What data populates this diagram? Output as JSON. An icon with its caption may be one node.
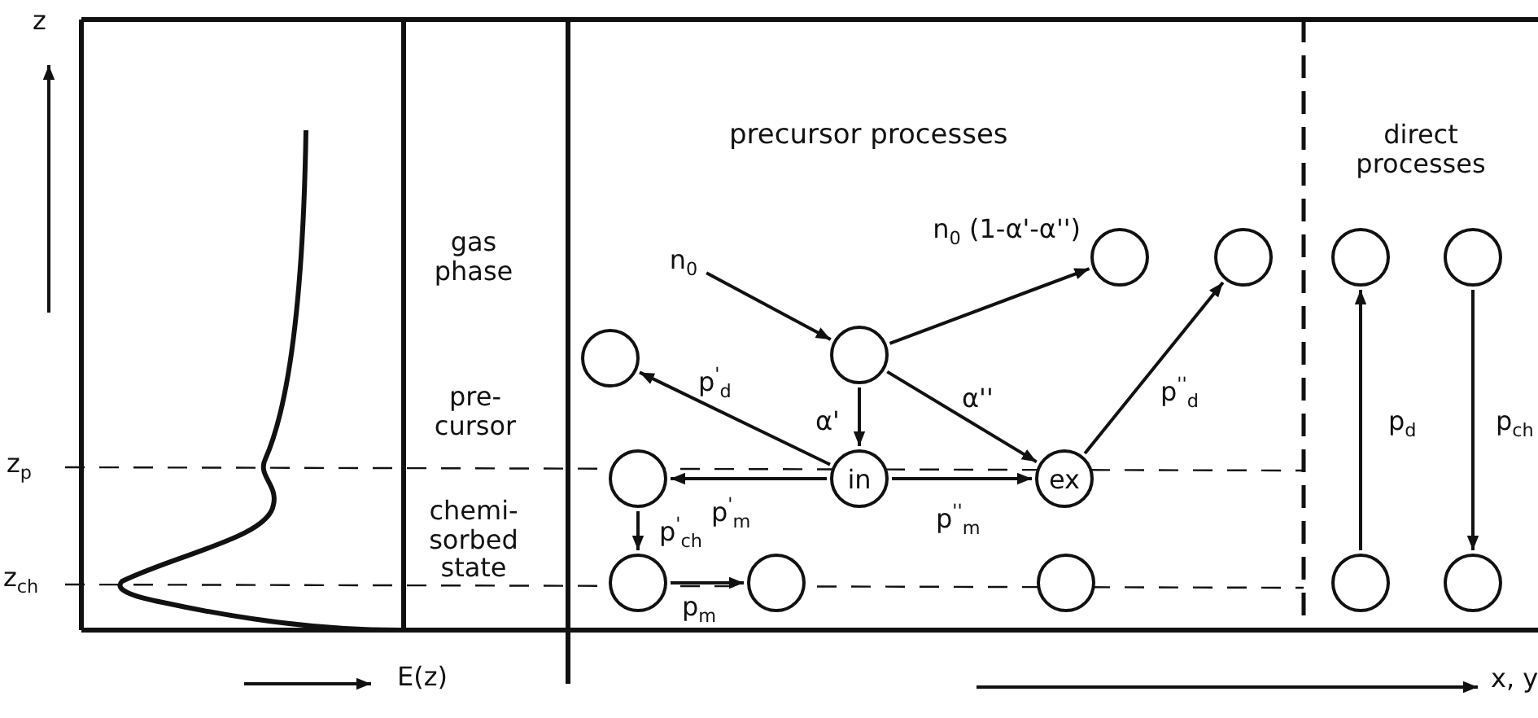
{
  "diagram": {
    "nodes": [
      {
        "text": [
          "n$_{0}$"
        ]
      },
      {
        "text": [],
        "shape": "circle",
        "beside": [
          "n$_{0}$ (1-α'-α'')"
        ]
      },
      {
        "text": [],
        "shape": "circle"
      },
      {
        "text": [],
        "shape": "circle"
      },
      {
        "text": [],
        "shape": "circle"
      },
      {
        "text": [],
        "shape": "circle"
      },
      {
        "text": [],
        "shape": "circle"
      },
      {
        "text": [
          "in"
        ]
      },
      {
        "text": [],
        "shape": "circle"
      },
      {
        "text": [
          "ex"
        ]
      },
      {
        "text": [],
        "shape": "circle"
      },
      {
        "text": [],
        "shape": "circle"
      },
      {
        "text": [],
        "shape": "circle"
      },
      {
        "text": [],
        "shape": "circle"
      },
      {
        "text": [],
        "shape": "circle"
      }
    ],
    "edges": [
      {
        "from": 0,
        "to": 6,
        "arrow": "to"
      },
      {
        "from": 6,
        "to": 1,
        "arrow": "to"
      },
      {
        "from": 6,
        "to": 7,
        "arrow": "to",
        "label": "α'"
      },
      {
        "from": 6,
        "to": 9,
        "arrow": "to",
        "label": "α''"
      },
      {
        "from": 7,
        "to": 5,
        "arrow": "to",
        "label": "p$^{'}$$_{d}$"
      },
      {
        "from": 7,
        "to": 8,
        "arrow": "to",
        "label": "p$^{'}$$_{m}$"
      },
      {
        "from": 7,
        "to": 9,
        "arrow": "to",
        "label": "p$^{''}$$_{m}$"
      },
      {
        "from": 9,
        "to": 2,
        "arrow": "to",
        "label": "p$^{''}$$_{d}$"
      },
      {
        "from": 8,
        "to": 10,
        "arrow": "to",
        "label": "p$^{'}$$_{ch}$"
      },
      {
        "from": 10,
        "to": 11,
        "arrow": "to",
        "label": "p$_{m}$"
      },
      {
        "from": 13,
        "to": 3,
        "arrow": "to",
        "label": "p$_{d}$"
      },
      {
        "from": 4,
        "to": 14,
        "arrow": "to",
        "label": "p$_{ch}$"
      }
    ],
    "labels": [
      "z",
      "precursor processes",
      "direct processes",
      "gas phase",
      "pre- cursor",
      "z$_{p}$",
      "chemi- sorbed state",
      "z$_{ch}$",
      "E(z)",
      "x, y"
    ]
  }
}
